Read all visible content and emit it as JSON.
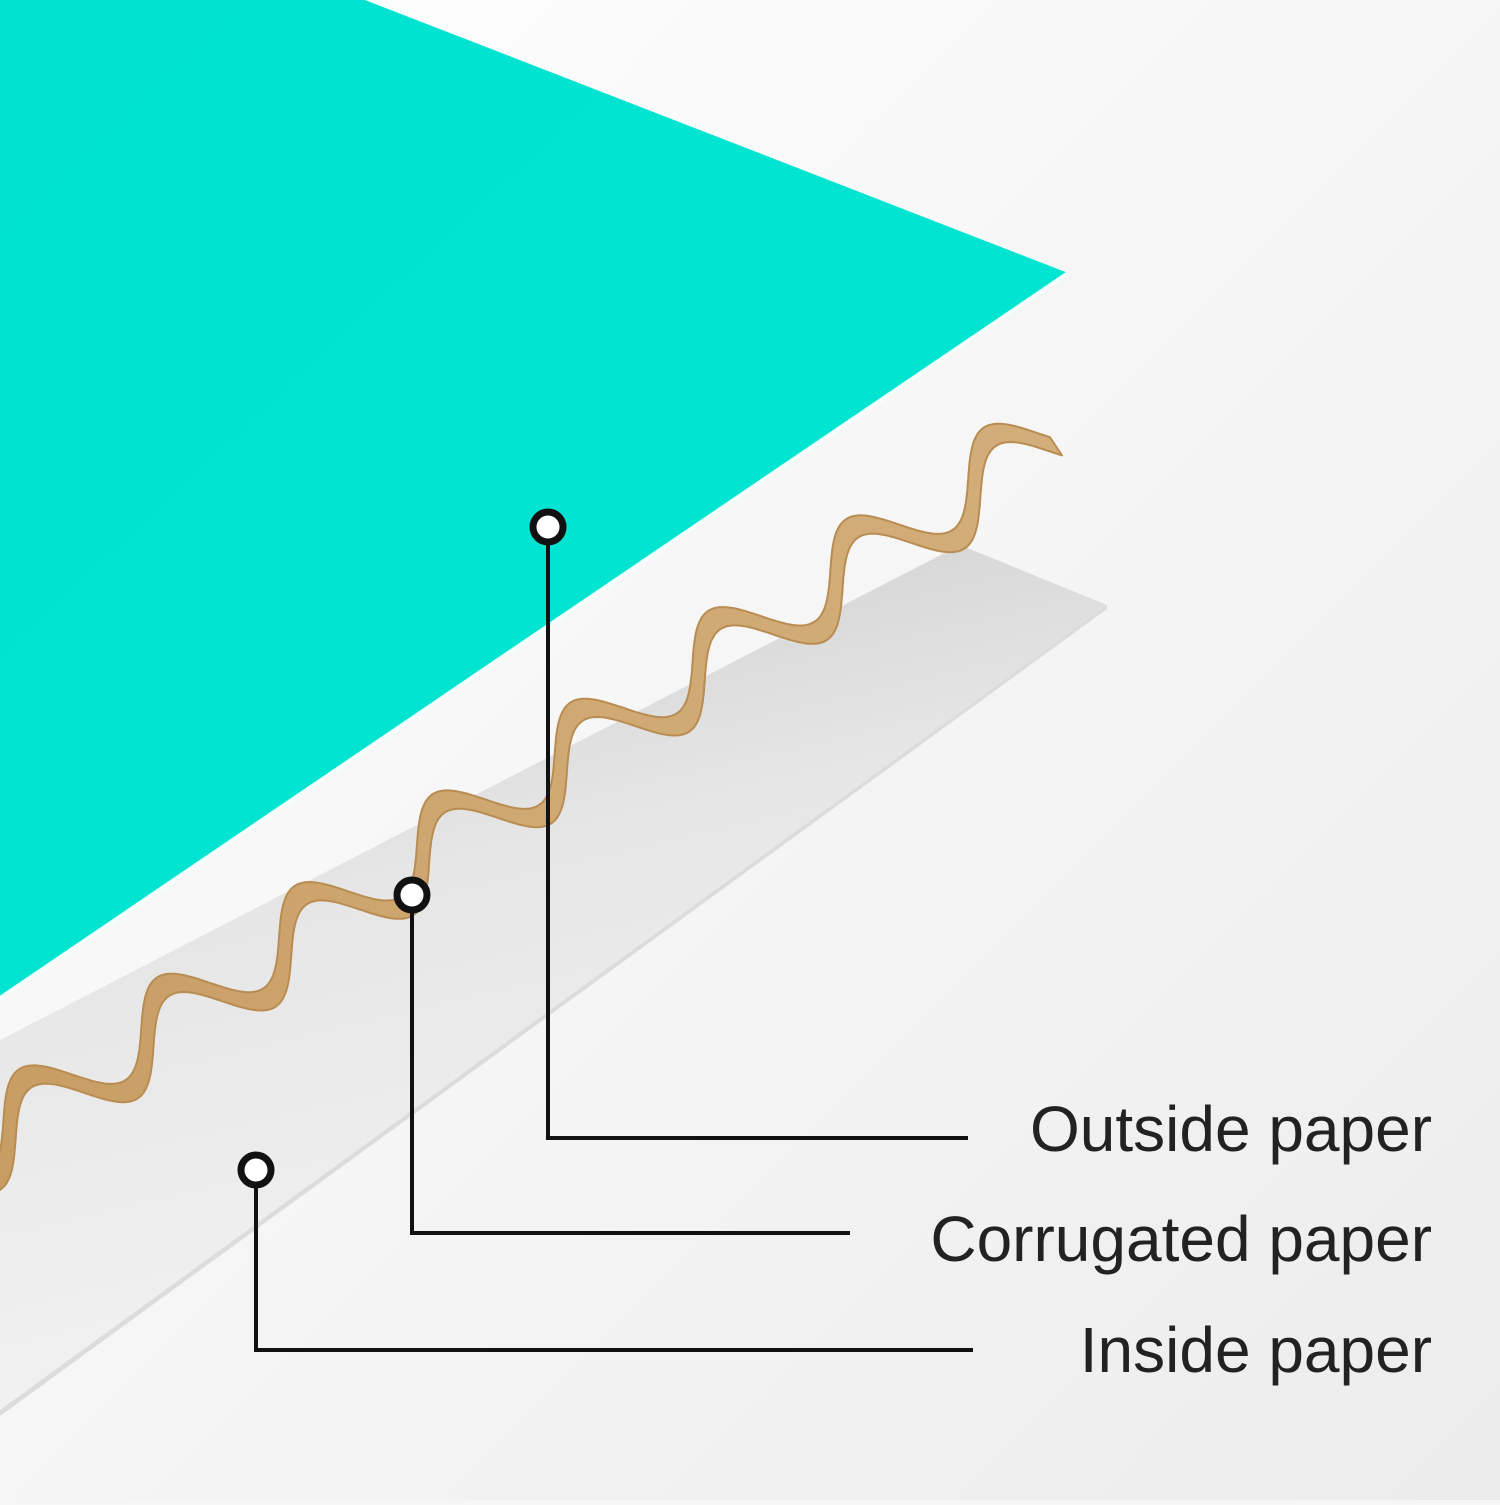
{
  "labels": {
    "outside": "Outside paper",
    "corrugated": "Corrugated paper",
    "inside": "Inside paper"
  },
  "colors": {
    "background": "#f6f6f6",
    "outside_paper": "#00e5d1",
    "corrugated_paper": "#c9a571",
    "inside_paper": "#e4e4e4",
    "leader_line": "#111111",
    "label_text": "#222222"
  }
}
